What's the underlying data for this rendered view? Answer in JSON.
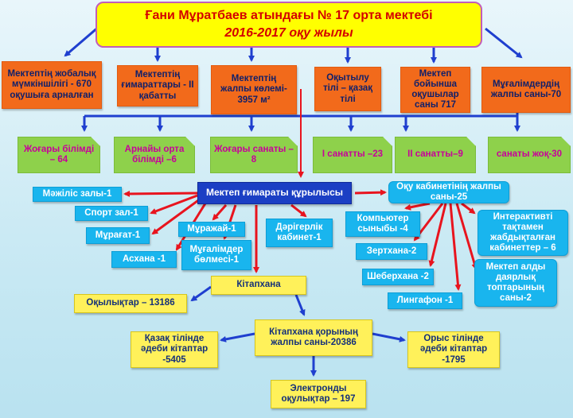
{
  "title": {
    "line1": "Ғани Мұратбаев атындағы № 17 орта мектебі",
    "line2": "2016-2017 оқу жылы"
  },
  "orange_boxes": [
    "Мектептің жобалық мүмкіншілігі - 670 оқушыға арналған",
    "Мектептің ғимараттары - II қабатты",
    "Мектептің жалпы көлемі- 3957 м²",
    "Оқытылу тілі – қазақ тілі",
    "Мектеп бойынша оқушылар саны 717",
    "Мұғалімдердің жалпы саны-70"
  ],
  "green_boxes": [
    "Жоғары білімді – 64",
    "Арнайы орта білімді –6",
    "Жоғары санаты –8",
    "I санатты –23",
    "II санатты–9",
    "санаты жоқ-30"
  ],
  "building": {
    "center": "Мектеп ғимараты құрылысы",
    "items": [
      "Мәжіліс залы-1",
      "Спорт зал-1",
      "Мұрағат-1",
      "Асхана -1",
      "Мұражай-1",
      "Мұғалімдер бөлмесі-1",
      "Дәрігерлік кабинет-1"
    ]
  },
  "cabinets": {
    "center": "Оқу кабинетінің жалпы саны-25",
    "items": [
      "Компьютер сыныбы -4",
      "Зертхана-2",
      "Шеберхана -2",
      "Лингафон -1",
      "Интерактивті тақтамен жабдықталған кабинеттер – 6",
      "Мектеп алды даярлық топтарының саны-2"
    ]
  },
  "library": {
    "center": "Кітапхана",
    "readers": "Оқылықтар – 13186",
    "fund": "Кітапхана қорының жалпы саны-20386",
    "kazakh": "Қазақ тілінде әдеби кітаптар -5405",
    "russian": "Орыс тілінде әдеби кітаптар -1795",
    "electronic": "Электронды оқулықтар – 197"
  },
  "colors": {
    "title_bg": "#ffff00",
    "title_text": "#d40000",
    "orange": "#f26a1b",
    "green": "#8ed14b",
    "cyan": "#19b5ee",
    "blue": "#1b3fc4",
    "yellow": "#fff15a",
    "arrow_blue": "#1f3fcf",
    "arrow_red": "#e8141e"
  }
}
